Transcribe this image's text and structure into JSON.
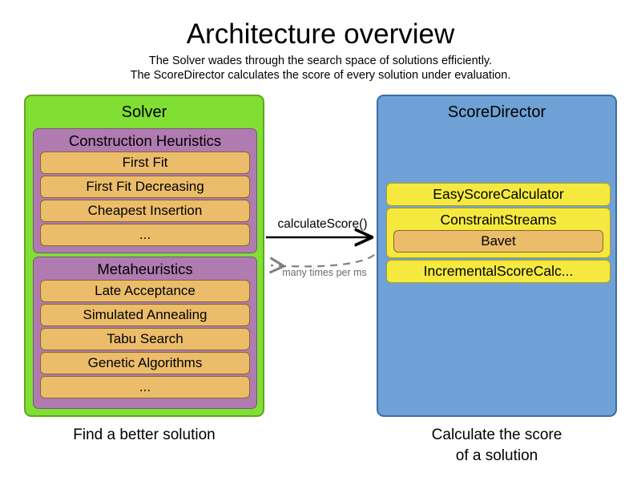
{
  "header": {
    "title": "Architecture overview",
    "subtitle_line1": "The Solver wades through the search space of solutions efficiently.",
    "subtitle_line2": "The ScoreDirector calculates the score of every solution under evaluation."
  },
  "colors": {
    "solver_panel": "#80DF32",
    "scoredirector_panel": "#6FA0D6",
    "group_purple": "#B07BB0",
    "item_orange": "#EBBD6B",
    "calc_yellow": "#F5E93F",
    "arrow_solid": "#000000",
    "arrow_dashed": "#808080",
    "background": "#FFFFFF"
  },
  "solver": {
    "title": "Solver",
    "caption": "Find a better solution",
    "groups": [
      {
        "title": "Construction Heuristics",
        "items": [
          "First Fit",
          "First Fit Decreasing",
          "Cheapest Insertion",
          "..."
        ]
      },
      {
        "title": "Metaheuristics",
        "items": [
          "Late Acceptance",
          "Simulated Annealing",
          "Tabu Search",
          "Genetic Algorithms",
          "..."
        ]
      }
    ]
  },
  "score_director": {
    "title": "ScoreDirector",
    "caption_line1": "Calculate the score",
    "caption_line2": "of a solution",
    "calculators": [
      {
        "label": "EasyScoreCalculator",
        "children": []
      },
      {
        "label": "ConstraintStreams",
        "children": [
          "Bavet"
        ]
      },
      {
        "label": "IncrementalScoreCalc...",
        "children": []
      }
    ]
  },
  "arrows": {
    "forward_label": "calculateScore()",
    "return_label": "many times per ms"
  }
}
